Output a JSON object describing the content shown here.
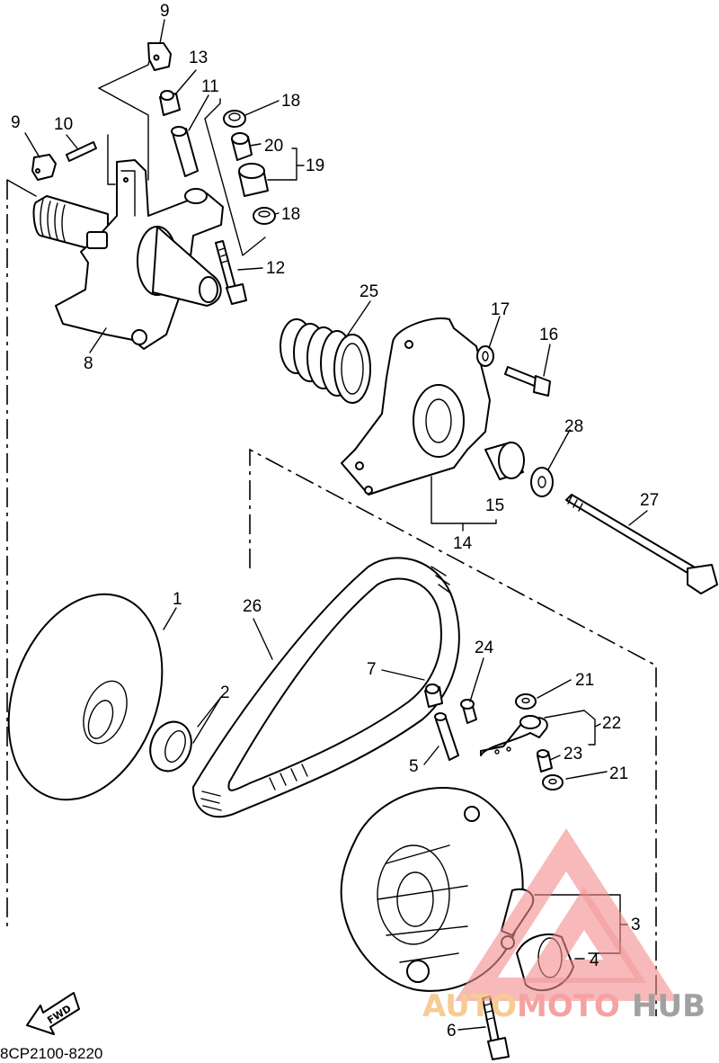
{
  "diagram": {
    "part_code": "8CP2100-8220",
    "fwd_label": "FWD",
    "callouts": {
      "c1": "1",
      "c2": "2",
      "c3": "3",
      "c4": "4",
      "c5": "5",
      "c6": "6",
      "c7": "7",
      "c8": "8",
      "c9a": "9",
      "c9b": "9",
      "c10": "10",
      "c11": "11",
      "c12": "12",
      "c13": "13",
      "c14": "14",
      "c15": "15",
      "c16": "16",
      "c17": "17",
      "c18a": "18",
      "c18b": "18",
      "c19": "19",
      "c20": "20",
      "c21a": "21",
      "c21b": "21",
      "c22": "22",
      "c23": "23",
      "c24": "24",
      "c25": "25",
      "c26": "26",
      "c27": "27",
      "c28": "28"
    }
  },
  "watermark": {
    "part1": "AUTO",
    "part2": "MOTO",
    "part3": "HUB",
    "colors": {
      "auto": "#f5c07a",
      "moto": "#f28b8b",
      "hub": "#8a8a8a"
    }
  }
}
